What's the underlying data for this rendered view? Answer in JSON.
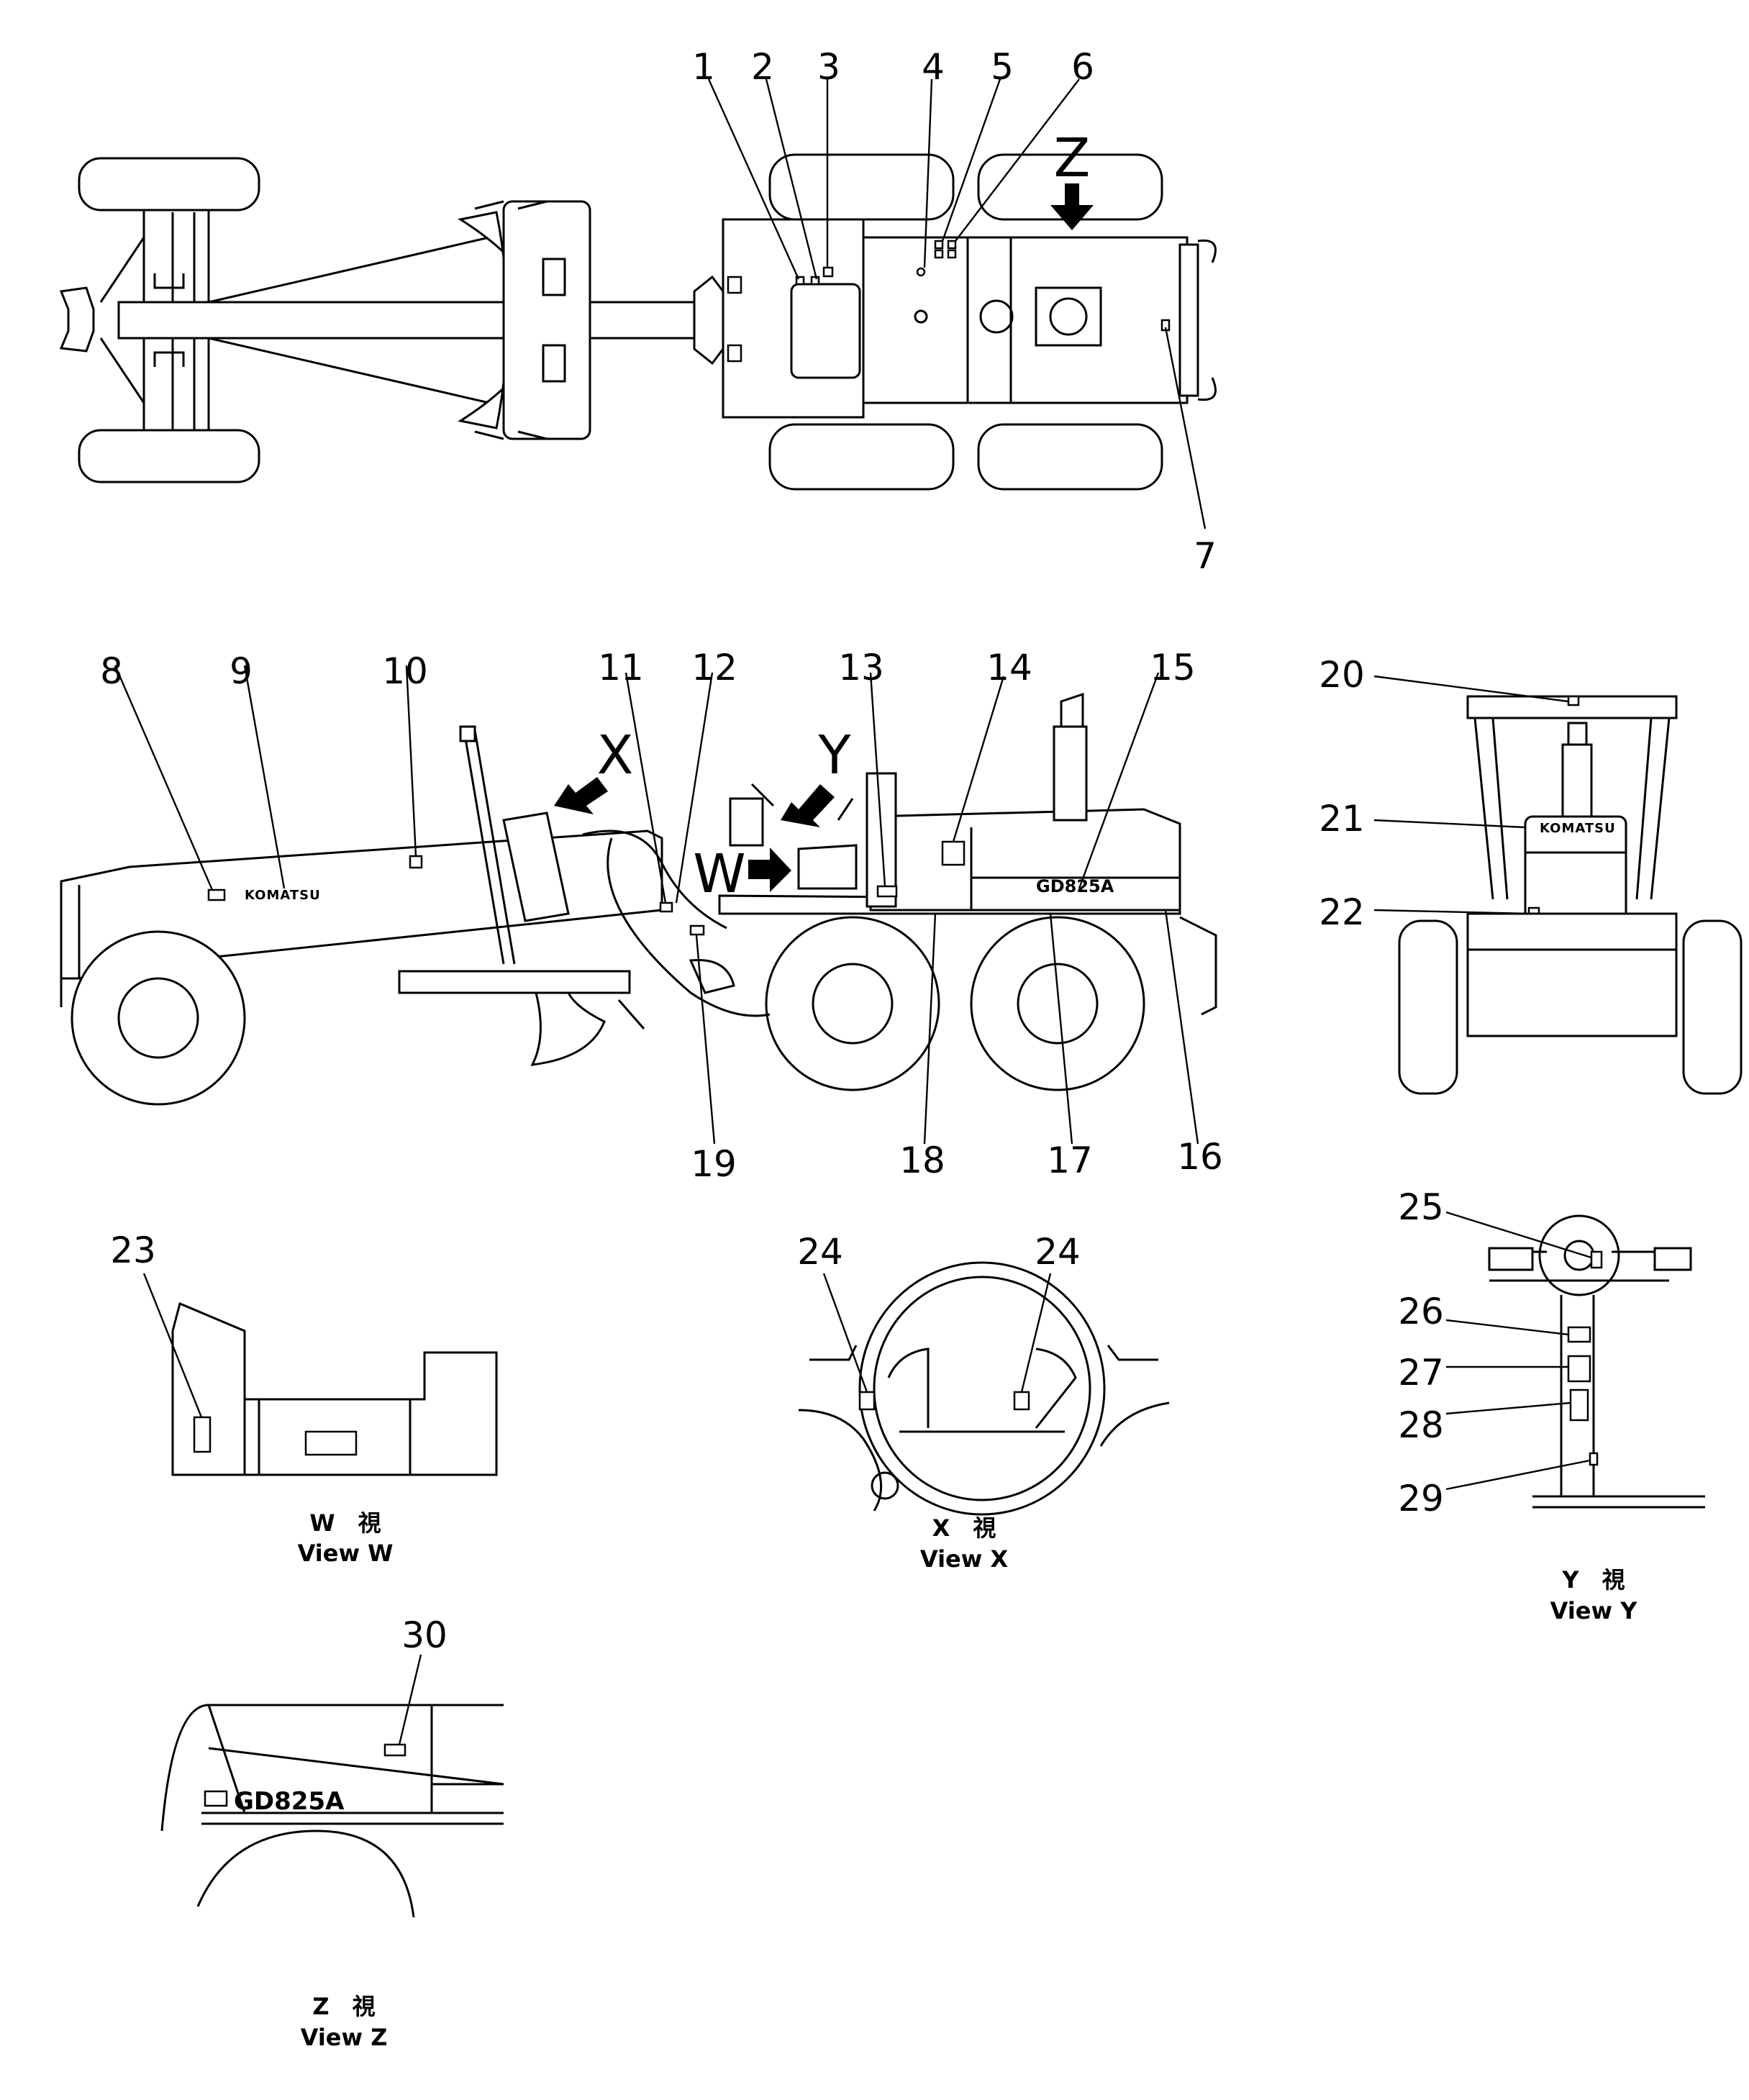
{
  "callouts": [
    {
      "n": "1",
      "label": "1"
    },
    {
      "n": "2",
      "label": "2"
    },
    {
      "n": "3",
      "label": "3"
    },
    {
      "n": "4",
      "label": "4"
    },
    {
      "n": "5",
      "label": "5"
    },
    {
      "n": "6",
      "label": "6"
    },
    {
      "n": "7",
      "label": "7"
    },
    {
      "n": "8",
      "label": "8"
    },
    {
      "n": "9",
      "label": "9"
    },
    {
      "n": "10",
      "label": "10"
    },
    {
      "n": "11",
      "label": "11"
    },
    {
      "n": "12",
      "label": "12"
    },
    {
      "n": "13",
      "label": "13"
    },
    {
      "n": "14",
      "label": "14"
    },
    {
      "n": "15",
      "label": "15"
    },
    {
      "n": "16",
      "label": "16"
    },
    {
      "n": "17",
      "label": "17"
    },
    {
      "n": "18",
      "label": "18"
    },
    {
      "n": "19",
      "label": "19"
    },
    {
      "n": "20",
      "label": "20"
    },
    {
      "n": "21",
      "label": "21"
    },
    {
      "n": "22",
      "label": "22"
    },
    {
      "n": "23",
      "label": "23"
    },
    {
      "n": "24a",
      "label": "24"
    },
    {
      "n": "24b",
      "label": "24"
    },
    {
      "n": "25",
      "label": "25"
    },
    {
      "n": "26",
      "label": "26"
    },
    {
      "n": "27",
      "label": "27"
    },
    {
      "n": "28",
      "label": "28"
    },
    {
      "n": "29",
      "label": "29"
    },
    {
      "n": "30",
      "label": "30"
    }
  ],
  "view_letters": {
    "x": "X",
    "y": "Y",
    "w": "W",
    "z": "Z"
  },
  "views": {
    "w": {
      "kanji": "W　視",
      "english": "View W"
    },
    "x": {
      "kanji": "X　視",
      "english": "View X"
    },
    "y": {
      "kanji": "Y　視",
      "english": "View Y"
    },
    "z": {
      "kanji": "Z　視",
      "english": "View Z"
    }
  },
  "decal_text": {
    "brand": "KOMATSU",
    "model": "GD825A"
  }
}
